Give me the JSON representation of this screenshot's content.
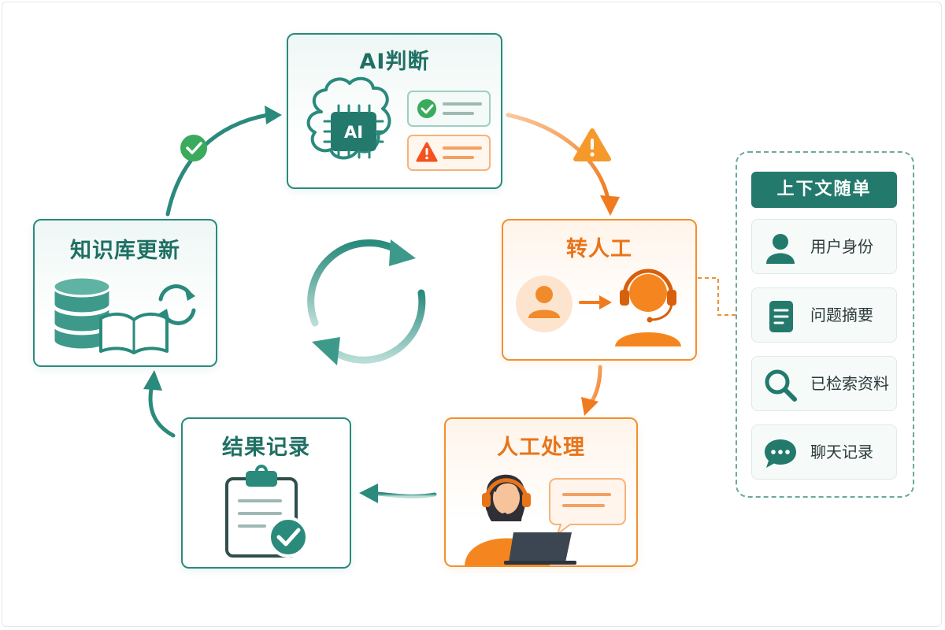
{
  "nodes": {
    "ai_judge": {
      "title": "AI判断",
      "chip_text": "AI"
    },
    "transfer": {
      "title": "转人工"
    },
    "manual": {
      "title": "人工处理"
    },
    "record": {
      "title": "结果记录"
    },
    "kb_update": {
      "title": "知识库更新"
    }
  },
  "context_panel": {
    "header": "上下文随单",
    "items": [
      {
        "label": "用户身份",
        "icon": "user-icon"
      },
      {
        "label": "问题摘要",
        "icon": "document-icon"
      },
      {
        "label": "已检索资料",
        "icon": "search-icon"
      },
      {
        "label": "聊天记录",
        "icon": "chat-icon"
      }
    ]
  },
  "colors": {
    "teal": "#2a8a7c",
    "teal_dark": "#1f6f63",
    "orange": "#f0902f",
    "green_check": "#3aaa5c",
    "warning": "#f57c23"
  }
}
